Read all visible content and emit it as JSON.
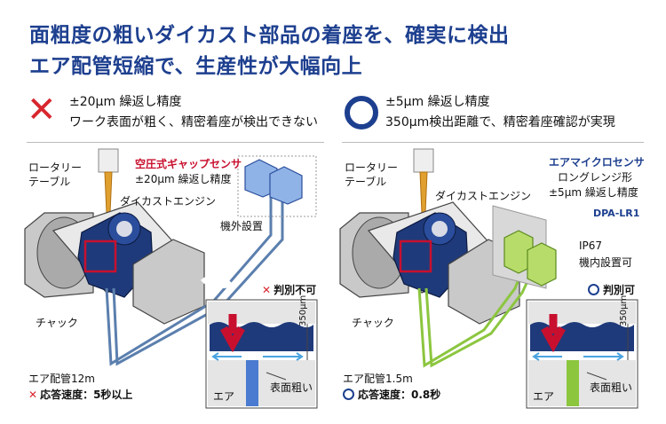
{
  "headline": {
    "line1": "面粗度の粗いダイカスト部品の着座を、確実に検出",
    "line2": "エア配管短縮で、生産性が大幅向上"
  },
  "left": {
    "mark": "✕",
    "spec": "±20µm 繰返し精度",
    "issue": "ワーク表面が粗く、精密着座が検出できない",
    "rotary_table": "ロータリー\nテーブル",
    "rotary_1": "ロータリー",
    "rotary_2": "テーブル",
    "engine": "ダイカストエンジン",
    "sensor_name": "空圧式ギャップセンサ",
    "sensor_spec": "±20µm 繰返し精度",
    "install": "機外設置",
    "chuck": "チャック",
    "pipe": "エア配管12m",
    "response": "応答速度：5秒以上",
    "judge": "判別不可",
    "gap": "350µm",
    "air": "エア",
    "rough": "表面粗い"
  },
  "right": {
    "spec": "±5µm 繰返し精度",
    "feature": "350µm検出距離で、精密着座確認が実現",
    "rotary_1": "ロータリー",
    "rotary_2": "テーブル",
    "engine": "ダイカストエンジン",
    "sensor_name": "エアマイクロセンサ",
    "sensor_sub": "ロングレンジ形",
    "sensor_spec": "±5µm 繰返し精度",
    "model": "DPA-LR1",
    "ip": "IP67",
    "install": "機内設置可",
    "chuck": "チャック",
    "pipe": "エア配管1.5m",
    "response": "応答速度：0.8秒",
    "judge": "判別可",
    "gap": "350µm",
    "air": "エア",
    "rough": "表面粗い"
  },
  "colors": {
    "title_blue": "#1d3f8f",
    "cross_red": "#d8262e",
    "sensor_red": "#c8102e",
    "pipe_blue": "#5b7fae",
    "pipe_green": "#8cc63f",
    "work_navy": "#1f3a7a"
  }
}
